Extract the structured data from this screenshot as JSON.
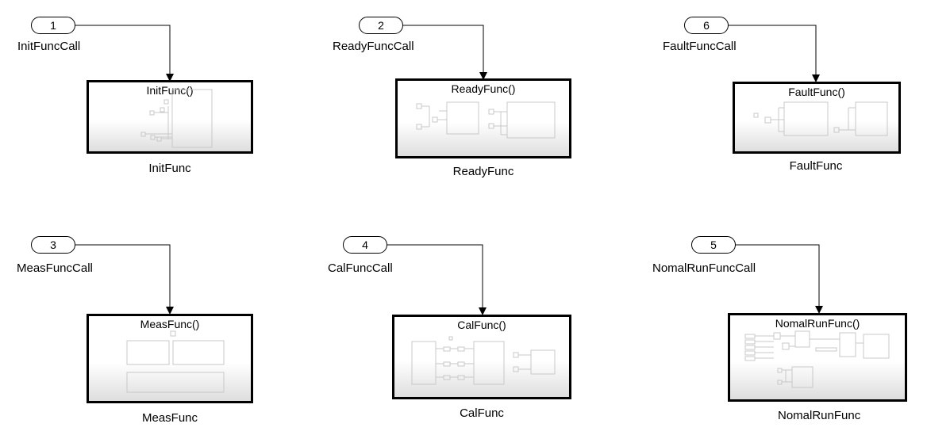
{
  "blocks": [
    {
      "port_number": "1",
      "port_label": "InitFuncCall",
      "title": "InitFunc()",
      "name": "InitFunc"
    },
    {
      "port_number": "2",
      "port_label": "ReadyFuncCall",
      "title": "ReadyFunc()",
      "name": "ReadyFunc"
    },
    {
      "port_number": "6",
      "port_label": "FaultFuncCall",
      "title": "FaultFunc()",
      "name": "FaultFunc"
    },
    {
      "port_number": "3",
      "port_label": "MeasFuncCall",
      "title": "MeasFunc()",
      "name": "MeasFunc"
    },
    {
      "port_number": "4",
      "port_label": "CalFuncCall",
      "title": "CalFunc()",
      "name": "CalFunc"
    },
    {
      "port_number": "5",
      "port_label": "NomalRunFuncCall",
      "title": "NomalRunFunc()",
      "name": "NomalRunFunc"
    }
  ],
  "colors": {
    "line": "#000000",
    "thumbnail_stroke": "#c8c8c8",
    "block_gradient_bottom": "#dedede"
  }
}
